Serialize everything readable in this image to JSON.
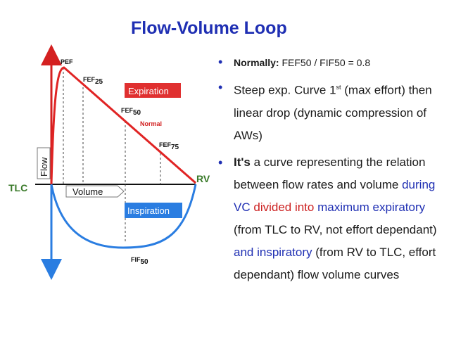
{
  "slide": {
    "title": "Flow-Volume Loop"
  },
  "diagram": {
    "labels": {
      "pef": "PEF",
      "fef_prefix": "FEF",
      "fef25_sub": "25",
      "fef50_sub": "50",
      "fef75_sub": "75",
      "fif_prefix": "FIF",
      "fif50_sub": "50",
      "normal": "Normal",
      "expiration": "Expiration",
      "inspiration": "Inspiration",
      "flow": "Flow",
      "volume": "Volume",
      "tlc": "TLC",
      "rv": "RV"
    },
    "colors": {
      "expiration_curve": "#e02424",
      "inspiration_curve": "#2a7de1",
      "expiration_box": "#e03030",
      "inspiration_box": "#2a7de1",
      "flow_axis_up": "#d42020",
      "flow_axis_down": "#2a7de1",
      "axis_labels": "#3a7a2a"
    }
  },
  "bullets": [
    {
      "bold": "Normally:",
      "text": " FEF50 / FIF50 = 0.8"
    },
    {
      "part1": "Steep exp. Curve 1",
      "sup": "st",
      "part2": " (max effort) then linear drop (dynamic compression of AWs)"
    },
    {
      "bold": "It's",
      "seg1": " a curve representing the relation between flow rates and volume ",
      "seg2": "during VC",
      "seg3": " ",
      "seg4": "divided into",
      "seg5": " ",
      "seg6": "maximum expiratory",
      "seg7": " (from TLC to RV, not effort dependant) ",
      "seg8": "and inspiratory",
      "seg9": " (from RV to TLC, effort dependant) flow volume curves"
    }
  ]
}
